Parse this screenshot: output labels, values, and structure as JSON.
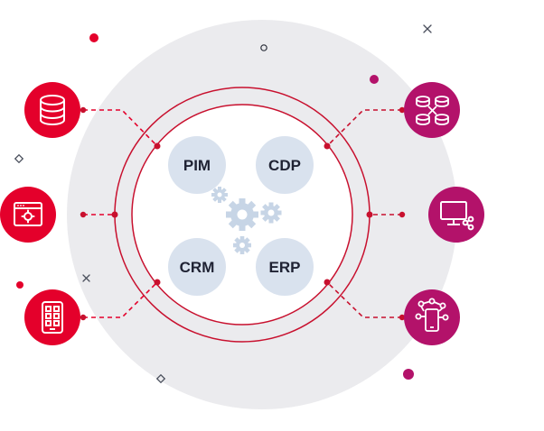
{
  "diagram": {
    "systems": [
      {
        "id": "pim",
        "label": "PIM"
      },
      {
        "id": "cdp",
        "label": "CDP"
      },
      {
        "id": "crm",
        "label": "CRM"
      },
      {
        "id": "erp",
        "label": "ERP"
      }
    ],
    "center_icon": "gears-icon",
    "left_sources": [
      {
        "id": "database",
        "icon": "database-icon"
      },
      {
        "id": "web-app",
        "icon": "browser-settings-icon"
      },
      {
        "id": "mobile-app",
        "icon": "mobile-app-icon"
      }
    ],
    "right_targets": [
      {
        "id": "network",
        "icon": "network-nodes-icon"
      },
      {
        "id": "desktop",
        "icon": "monitor-share-icon"
      },
      {
        "id": "mobile-network",
        "icon": "mobile-network-icon"
      }
    ],
    "colors": {
      "red": "#e4002b",
      "magenta": "#b3126a",
      "ring": "#c8102e",
      "bubble": "#d9e2ee",
      "gear": "#c7d5e6",
      "backdrop": "#ebebee",
      "label": "#1f2233"
    }
  }
}
